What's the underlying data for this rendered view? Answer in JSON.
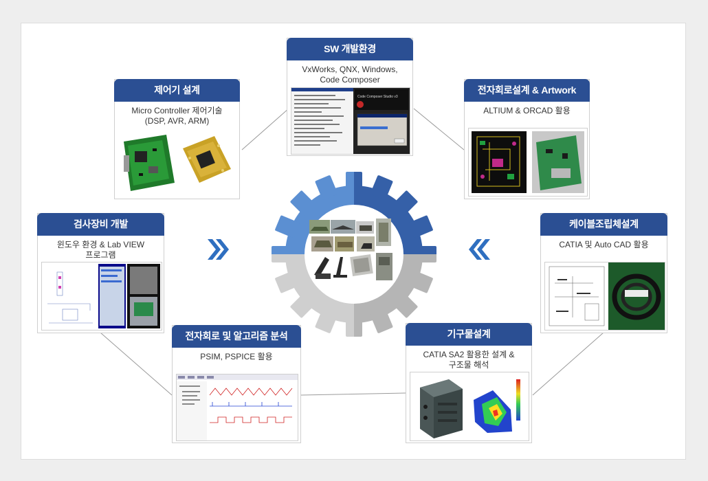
{
  "cards": {
    "sw": {
      "title": "SW 개발환경",
      "desc1": "VxWorks, QNX, Windows,",
      "desc2": "Code Composer"
    },
    "controller": {
      "title": "제어기 설계",
      "desc1": "Micro Controller 제어기술",
      "desc2": "(DSP, AVR, ARM)"
    },
    "circuit": {
      "title": "전자회로설계 & Artwork",
      "desc1": "ALTIUM & ORCAD 활용"
    },
    "inspection": {
      "title": "검사장비 개발",
      "desc1": "윈도우 환경 & Lab VIEW",
      "desc2": "프로그램"
    },
    "cable": {
      "title": "케이블조립체설계",
      "desc1": "CATIA 및 Auto CAD 활용"
    },
    "algorithm": {
      "title": "전자회로 및 알고리즘 분석",
      "desc1": "PSIM, PSPICE 활용"
    },
    "mechanical": {
      "title": "기구물설계",
      "desc1": "CATIA  SA2 활용한 설계 &",
      "desc2": "구조물 해석"
    }
  },
  "screenshot_text": {
    "code_composer": "Code Composer Studio v3"
  },
  "colors": {
    "header_blue": "#2b4f93",
    "gear_blue_light": "#5b8fd2",
    "gear_blue_dark": "#3560a8",
    "gear_gray_light": "#cfcfcf",
    "gear_gray_dark": "#b5b5b5",
    "arrow_blue": "#2f6fc0",
    "connector_gray": "#9a9a9a"
  },
  "icons": [
    "double-chevron-right-icon",
    "double-chevron-left-icon",
    "gear-hub-icon"
  ]
}
